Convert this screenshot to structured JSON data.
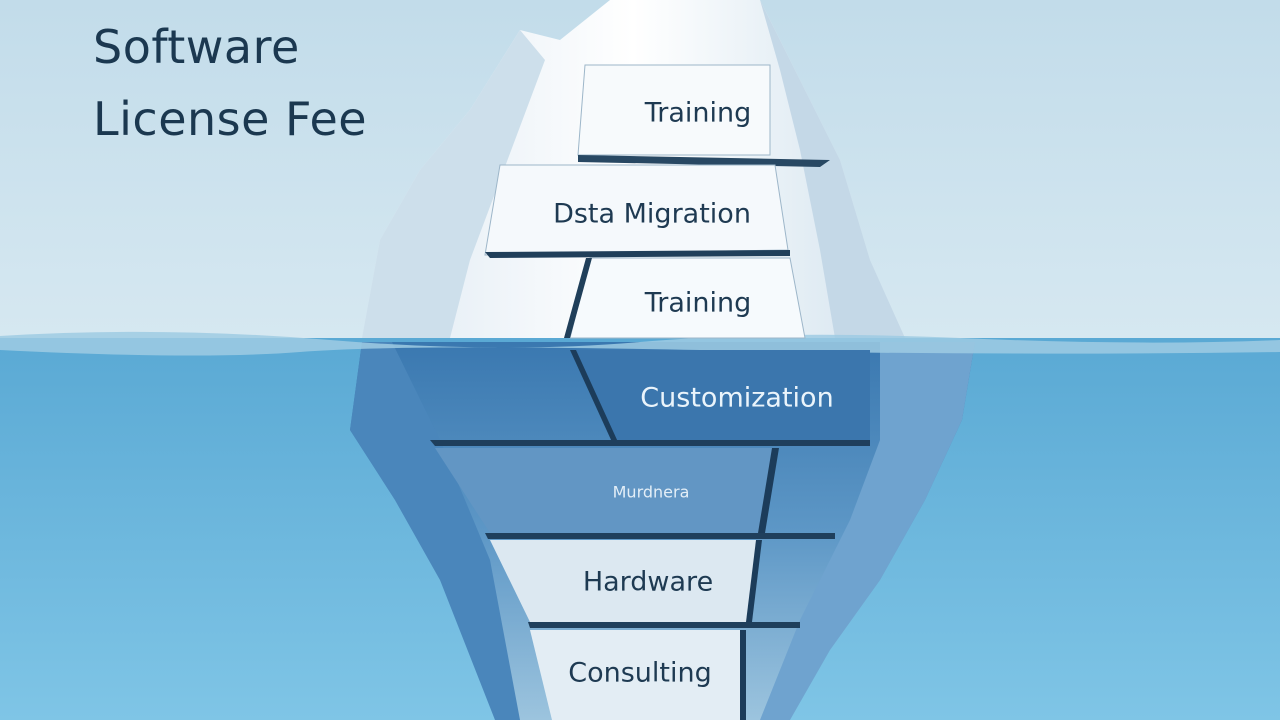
{
  "title": {
    "line1": "Software",
    "line2": "License Fee"
  },
  "layers": {
    "training_top": "Training",
    "data_migration": "Dsta Migration",
    "training_mid": "Training",
    "customization": "Customization",
    "murdnera": "Murdnera",
    "hardware": "Hardware",
    "consulting": "Consulting"
  },
  "colors": {
    "sky_top": "#c4deea",
    "water": "#6db8dc",
    "ice": "#f1f7fb",
    "ice_underwater": "#3f7eb6",
    "text_dark": "#1e3a52"
  }
}
